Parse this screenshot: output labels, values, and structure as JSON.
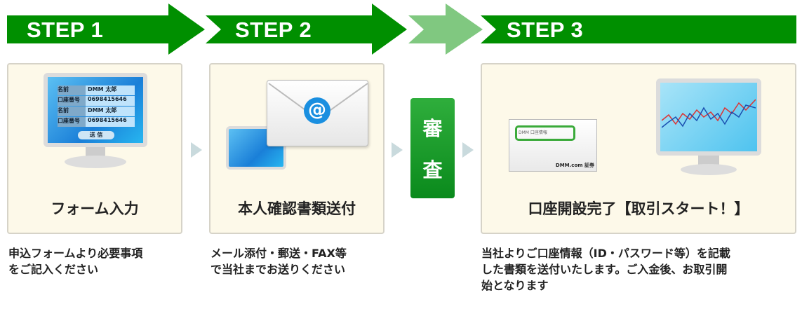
{
  "steps": [
    {
      "label": "STEP 1",
      "title": "フォーム入力",
      "description": [
        "申込フォームより必要事項",
        "をご記入ください"
      ]
    },
    {
      "label": "STEP 2",
      "title": "本人確認書類送付",
      "description": [
        "メール添付・郵送・FAX等",
        "で当社までお送りください"
      ]
    },
    {
      "label": "STEP 3",
      "title": "口座開設完了【取引スタート！】",
      "description": [
        "当社よりご口座情報（ID・パスワード等）を記載",
        "した書類を送付いたします。ご入金後、お取引開",
        "始となります"
      ]
    }
  ],
  "review": {
    "chars": [
      "審",
      "査"
    ]
  },
  "form_illustration": {
    "rows": [
      [
        "名前",
        "DMM 太郎"
      ],
      [
        "口座番号",
        "0698415646"
      ],
      [
        "名前",
        "DMM 太郎"
      ],
      [
        "口座番号",
        "0698415646"
      ]
    ],
    "submit": "送 信"
  },
  "email_icon": "@",
  "document_illustration": {
    "header": "DMM 口座情報",
    "logo": "DMM.com 証券"
  },
  "colors": {
    "green": "#008f00",
    "light_green": "#80c880",
    "card_bg": "#fdf9e9"
  }
}
